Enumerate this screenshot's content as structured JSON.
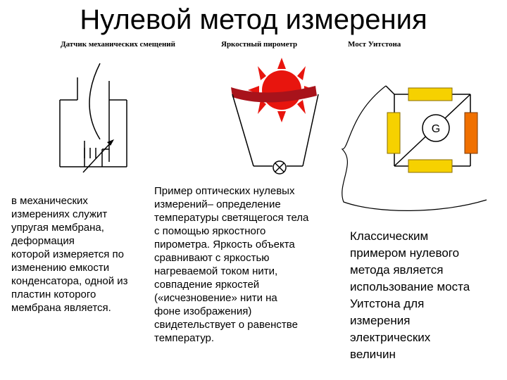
{
  "slide": {
    "title": "Нулевой метод измерения",
    "captions": [
      "Датчик механических смещений",
      "Яркостный  пирометр",
      "Мост Уитстона"
    ],
    "texts": {
      "left": "в  механических\nизмерениях  служит\nупругая  мембрана,\nдеформация\nкоторой  измеряется  по\nизменению  емкости\nконденсатора,  одной  из\nпластин  которого\nмембрана  является.",
      "middle": "Пример оптических нулевых\nизмерений– определение\nтемпературы светящегося тела\nс помощью яркостного\nпирометра. Яркость объекта\nсравнивают с яркостью\nнагреваемой током  нити,\nсовпадение  яркостей\n(«исчезновение»  нити на\nфоне  изображения)\nсвидетельствует о равенстве\nтемператур.",
      "right": "Классическим\nпримером  нулевого\nметода  является\nиспользование моста\nУитстона для\nизмерения\nэлектрических\nвеличин"
    },
    "galvanometer_label": "G"
  },
  "colors": {
    "sun": "#e8150e",
    "filament": "#a8131b",
    "yellow_resistor": "#f6d100",
    "orange_resistor": "#f07000"
  }
}
